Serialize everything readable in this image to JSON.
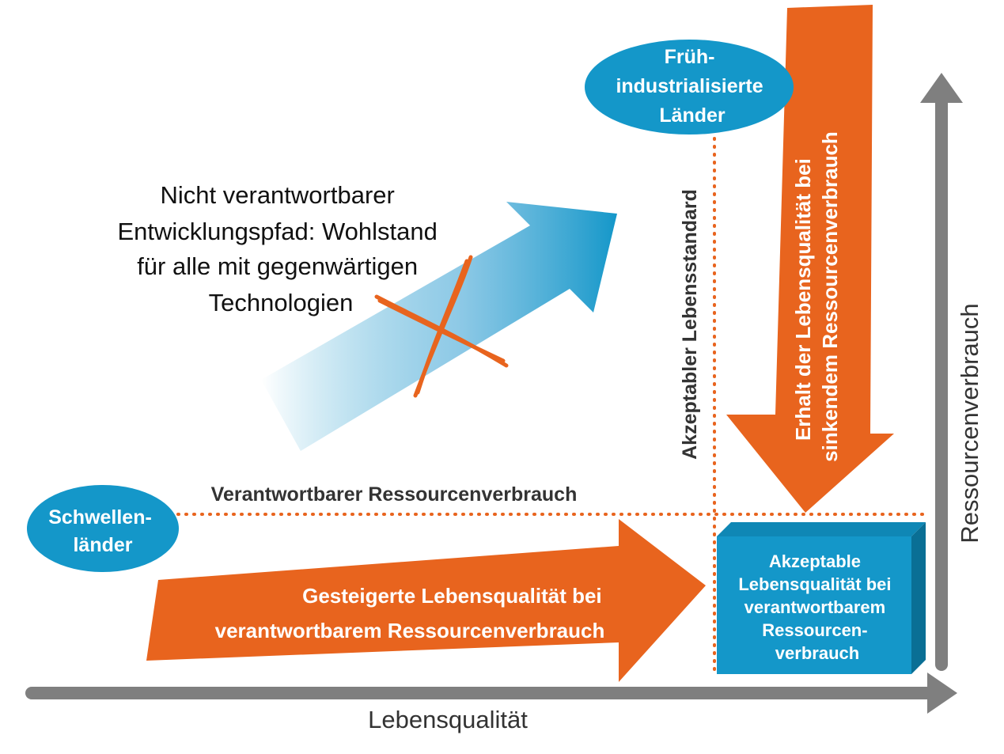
{
  "colors": {
    "orange": "#E8641E",
    "blue": "#1497C9",
    "axis_gray": "#7F7F7F",
    "text_dark": "#333333",
    "text_black": "#111111",
    "white": "#FFFFFF"
  },
  "axes": {
    "x_label": "Lebensqualität",
    "y_label": "Ressourcenverbrauch"
  },
  "ellipses": {
    "top": [
      "Früh-",
      "industrialisierte",
      "Länder"
    ],
    "left": [
      "Schwellen-",
      "länder"
    ]
  },
  "guides": {
    "horizontal_label": "Verantwortbarer Ressourcenverbrauch",
    "vertical_label": "Akzeptabler Lebensstandard"
  },
  "unsustainable_path": {
    "lines": [
      "Nicht verantwortbarer",
      "Entwicklungspfad: Wohlstand",
      "für alle mit gegenwärtigen",
      "Technologien"
    ]
  },
  "arrows": {
    "horizontal": [
      "Gesteigerte Lebensqualität bei",
      "verantwortbarem Ressourcenverbrauch"
    ],
    "vertical": [
      "Erhalt der Lebensqualität bei",
      "sinkendem Ressourcenverbrauch"
    ]
  },
  "target_box": {
    "lines": [
      "Akzeptable",
      "Lebensqualität bei",
      "verantwortbarem",
      "Ressourcen-",
      "verbrauch"
    ]
  }
}
